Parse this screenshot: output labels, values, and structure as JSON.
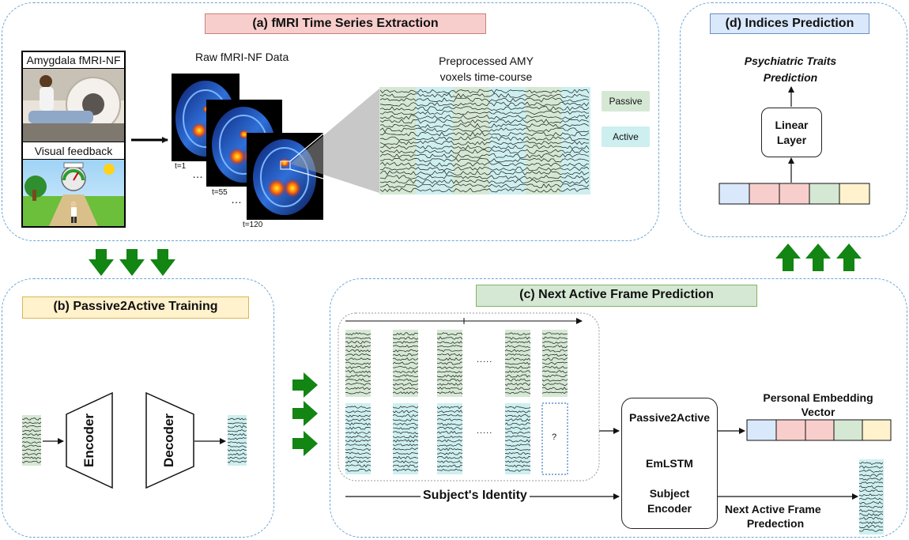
{
  "panel_a": {
    "title": "(a) fMRI Time Series Extraction",
    "photo_top_label": "Amygdala fMRI-NF",
    "photo_bottom_label": "Visual feedback",
    "raw_label": "Raw fMRI-NF Data",
    "slice_labels": [
      "t=1",
      "t=55",
      "t=120"
    ],
    "ellipsis": "…",
    "timecourse_label_line1": "Preprocessed AMY",
    "timecourse_label_line2": "voxels time-course",
    "legend_passive": "Passive",
    "legend_active": "Active"
  },
  "panel_b": {
    "title": "(b) Passive2Active Training",
    "encoder": "Encoder",
    "decoder": "Decoder"
  },
  "panel_c": {
    "title": "(c) Next Active Frame Prediction",
    "dots": ".....",
    "question": "?",
    "model_line1": "Passive2Active",
    "model_line2": "EmLSTM",
    "model_line3a": "Subject",
    "model_line3b": "Encoder",
    "subject_identity": "Subject's Identity",
    "embedding_line1": "Personal Embedding",
    "embedding_line2": "Vector",
    "next_frame_line1": "Next Active Frame",
    "next_frame_line2": "Predection"
  },
  "panel_d": {
    "title": "(d) Indices Prediction",
    "output_line1": "Psychiatric Traits",
    "output_line2": "Prediction",
    "layer_line1": "Linear",
    "layer_line2": "Layer"
  },
  "colors": {
    "panel_border": "#6aa6d8",
    "passive_green": "#d5e8d4",
    "active_cyan": "#cdeff0",
    "arrow_green": "#128512",
    "embedding": [
      "#dae8fc",
      "#f8cecc",
      "#f8cecc",
      "#d5e8d4",
      "#fff2cc"
    ]
  }
}
